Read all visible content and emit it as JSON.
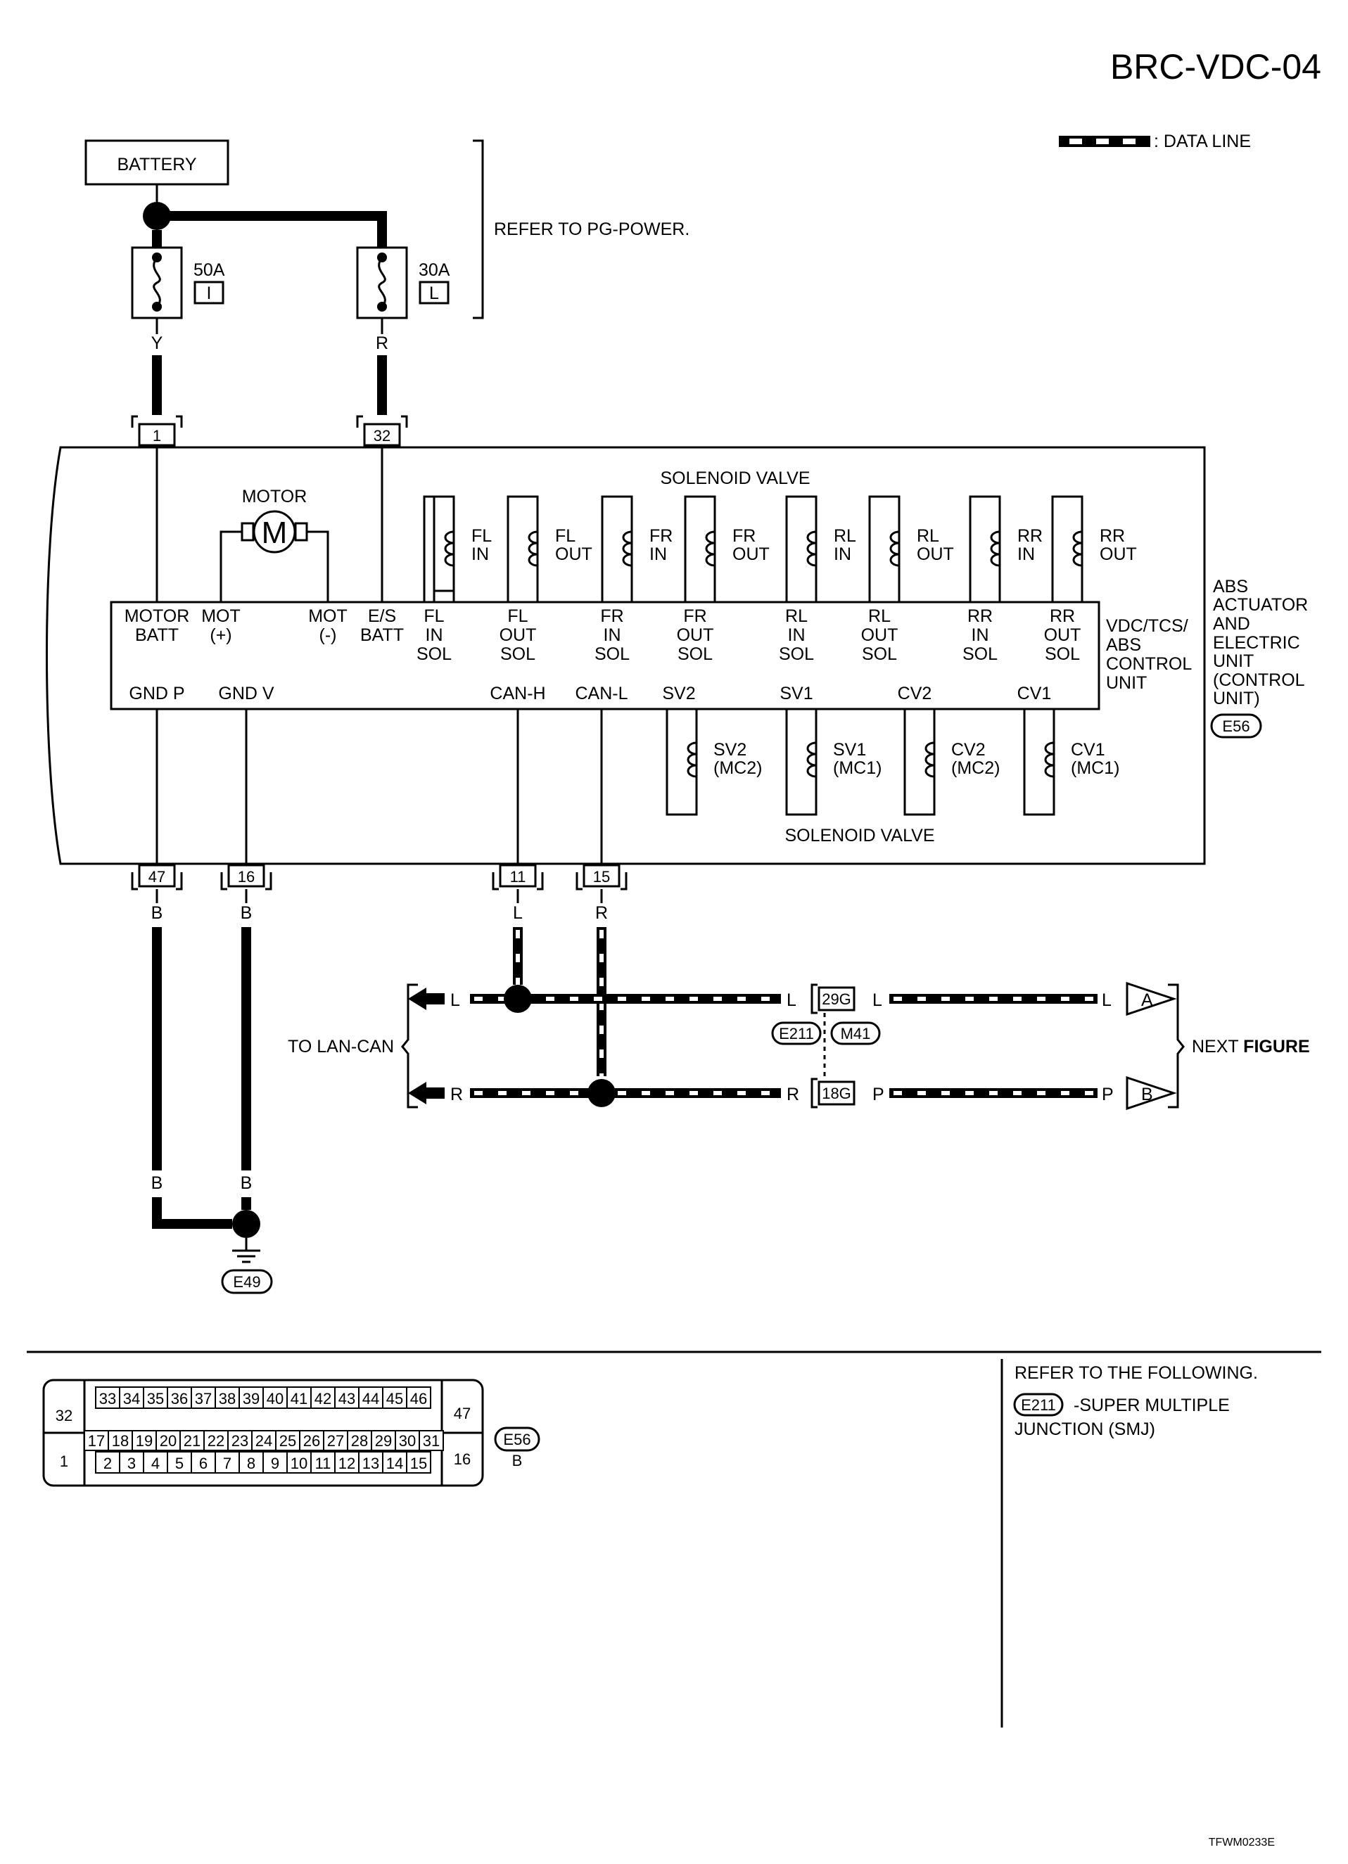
{
  "page": {
    "title": "BRC-VDC-04",
    "legend_label": ": DATA LINE",
    "footer_code": "TFWM0233E"
  },
  "power": {
    "battery_label": "BATTERY",
    "refer_text": "REFER TO PG-POWER.",
    "fuse1_rating": "50A",
    "fuse1_location": "I",
    "fuse2_rating": "30A",
    "fuse2_location": "L",
    "wire1_color": "Y",
    "wire2_color": "R"
  },
  "unit": {
    "name_lines": [
      "ABS",
      "ACTUATOR",
      "AND",
      "ELECTRIC",
      "UNIT",
      "(CONTROL",
      " UNIT)"
    ],
    "connector_id": "E56",
    "control_lines": [
      "VDC/TCS/",
      "ABS",
      "CONTROL",
      "UNIT"
    ],
    "motor_label": "MOTOR",
    "motor_symbol": "M",
    "solenoid_valve_label": "SOLENOID VALVE",
    "solenoid_valve_label_lower": "SOLENOID VALVE"
  },
  "pins_top": [
    "1",
    "32"
  ],
  "pins_bottom": [
    "47",
    "16",
    "11",
    "15"
  ],
  "terminal_labels_top": [
    [
      "MOTOR",
      "BATT"
    ],
    [
      "MOT",
      "(+)"
    ],
    [
      "MOT",
      "(-)"
    ],
    [
      "E/S",
      "BATT"
    ],
    [
      "FL",
      "IN",
      "SOL"
    ],
    [
      "FL",
      "OUT",
      "SOL"
    ],
    [
      "FR",
      "IN",
      "SOL"
    ],
    [
      "FR",
      "OUT",
      "SOL"
    ],
    [
      "RL",
      "IN",
      "SOL"
    ],
    [
      "RL",
      "OUT",
      "SOL"
    ],
    [
      "RR",
      "IN",
      "SOL"
    ],
    [
      "RR",
      "OUT",
      "SOL"
    ]
  ],
  "terminal_labels_bottom": [
    "GND P",
    "GND V",
    "CAN-H",
    "CAN-L",
    "SV2",
    "SV1",
    "CV2",
    "CV1"
  ],
  "solenoids_upper": [
    [
      "FL",
      "IN"
    ],
    [
      "FL",
      "OUT"
    ],
    [
      "FR",
      "IN"
    ],
    [
      "FR",
      "OUT"
    ],
    [
      "RL",
      "IN"
    ],
    [
      "RL",
      "OUT"
    ],
    [
      "RR",
      "IN"
    ],
    [
      "RR",
      "OUT"
    ]
  ],
  "solenoids_lower": [
    [
      "SV2",
      "(MC2)"
    ],
    [
      "SV1",
      "(MC1)"
    ],
    [
      "CV2",
      "(MC2)"
    ],
    [
      "CV1",
      "(MC1)"
    ]
  ],
  "ground": {
    "wire_color_top1": "B",
    "wire_color_top2": "B",
    "wire_color_bot1": "B",
    "wire_color_bot2": "B",
    "ground_id": "E49"
  },
  "can": {
    "to_label": "TO LAN-CAN",
    "next_label_1": "NEXT ",
    "next_label_2": "FIGURE",
    "wire_h_color": "L",
    "wire_l_color": "R",
    "line1_colors": [
      "L",
      "L",
      "L",
      "L"
    ],
    "line2_colors": [
      "R",
      "R",
      "P",
      "P"
    ],
    "conn_upper": "29G",
    "conn_lower": "18G",
    "conn_id_left": "E211",
    "conn_id_right": "M41",
    "marker_a": "A",
    "marker_b": "B"
  },
  "connector_face": {
    "left_top": "32",
    "left_bottom": "1",
    "right_top": "47",
    "right_bottom": "16",
    "row_top": [
      "33",
      "34",
      "35",
      "36",
      "37",
      "38",
      "39",
      "40",
      "41",
      "42",
      "43",
      "44",
      "45",
      "46"
    ],
    "row_mid": [
      "17",
      "18",
      "19",
      "20",
      "21",
      "22",
      "23",
      "24",
      "25",
      "26",
      "27",
      "28",
      "29",
      "30",
      "31"
    ],
    "row_bot": [
      "2",
      "3",
      "4",
      "5",
      "6",
      "7",
      "8",
      "9",
      "10",
      "11",
      "12",
      "13",
      "14",
      "15"
    ],
    "id": "E56",
    "color": "B"
  },
  "refer_following": {
    "heading": "REFER TO THE FOLLOWING.",
    "id": "E211",
    "line1": "-SUPER MULTIPLE",
    "line2": "JUNCTION (SMJ)"
  }
}
